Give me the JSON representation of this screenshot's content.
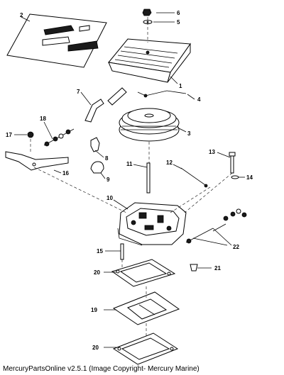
{
  "footer": "MercuryPartsOnline v2.5.1 (Image Copyright- Mercury Marine)",
  "callouts": {
    "c1": "1",
    "c2": "2",
    "c3": "3",
    "c4": "4",
    "c5": "5",
    "c6": "6",
    "c7": "7",
    "c8": "8",
    "c9": "9",
    "c10": "10",
    "c11": "11",
    "c12": "12",
    "c13": "13",
    "c14": "14",
    "c15": "15",
    "c16": "16",
    "c17": "17",
    "c18": "18",
    "c19": "19",
    "c20a": "20",
    "c20b": "20",
    "c21": "21",
    "c22": "22"
  }
}
